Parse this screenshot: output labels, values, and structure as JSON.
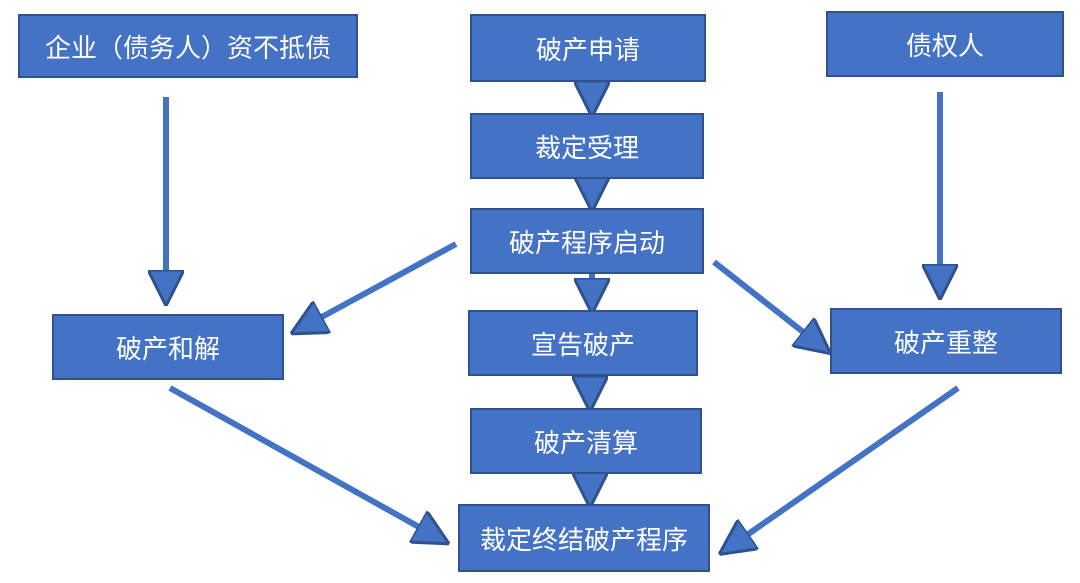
{
  "colors": {
    "box_fill": "#4472C4",
    "box_border": "#2F528F",
    "arrow": "#4472C4",
    "arrow_outline": "#2F528F",
    "text": "#ffffff"
  },
  "nodes": {
    "debtor_insolvent": "企业（债务人）资不抵债",
    "bankruptcy_application": "破产申请",
    "creditor": "债权人",
    "ruling_acceptance": "裁定受理",
    "proceedings_start": "破产程序启动",
    "reconciliation": "破产和解",
    "declare_bankruptcy": "宣告破产",
    "reorganization": "破产重整",
    "liquidation": "破产清算",
    "ruling_termination": "裁定终结破产程序"
  },
  "edges": [
    {
      "from": "bankruptcy_application",
      "to": "ruling_acceptance"
    },
    {
      "from": "ruling_acceptance",
      "to": "proceedings_start"
    },
    {
      "from": "proceedings_start",
      "to": "declare_bankruptcy"
    },
    {
      "from": "declare_bankruptcy",
      "to": "liquidation"
    },
    {
      "from": "liquidation",
      "to": "ruling_termination"
    },
    {
      "from": "debtor_insolvent",
      "to": "reconciliation"
    },
    {
      "from": "creditor",
      "to": "reorganization"
    },
    {
      "from": "proceedings_start",
      "to": "reconciliation"
    },
    {
      "from": "proceedings_start",
      "to": "reorganization"
    },
    {
      "from": "reconciliation",
      "to": "ruling_termination"
    },
    {
      "from": "reorganization",
      "to": "ruling_termination"
    }
  ]
}
